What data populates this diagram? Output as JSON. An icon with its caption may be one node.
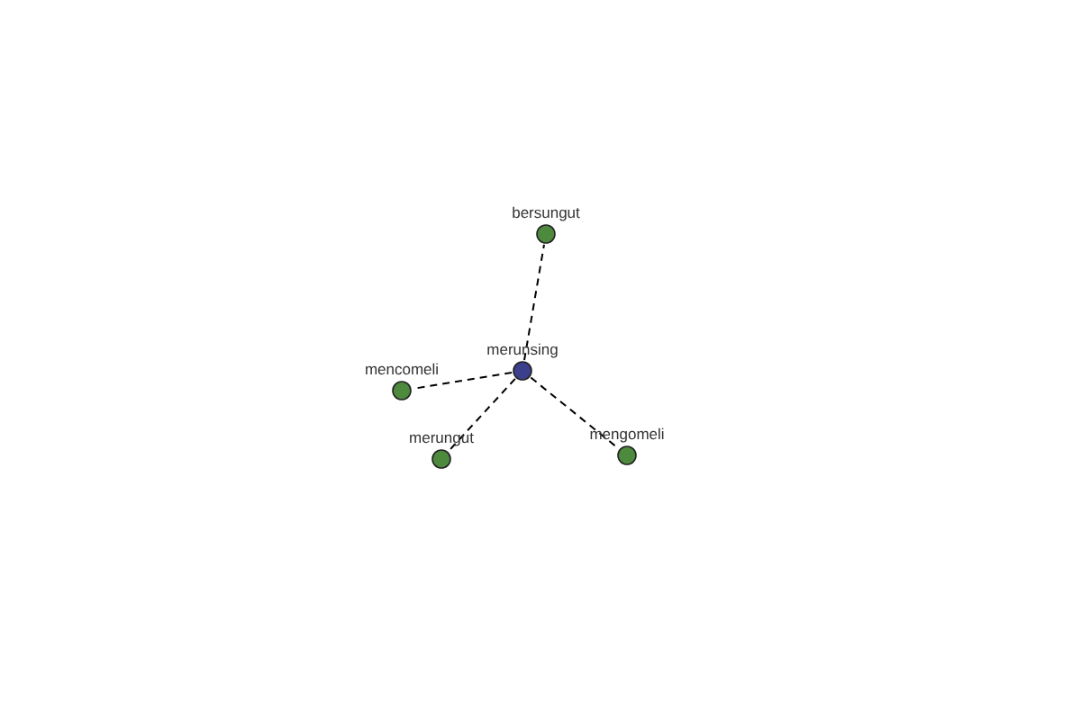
{
  "diagram": {
    "nodes": [
      {
        "text": [
          "merunsing"
        ]
      },
      {
        "text": [
          "bersungut"
        ]
      },
      {
        "text": [
          "mencomeli"
        ]
      },
      {
        "text": [
          "merungut"
        ]
      },
      {
        "text": [
          "mengomeli"
        ]
      }
    ],
    "edges": [
      {
        "from": 0,
        "to": 1,
        "arrow": "none",
        "style": "dashed"
      },
      {
        "from": 0,
        "to": 2,
        "arrow": "none",
        "style": "dashed"
      },
      {
        "from": 0,
        "to": 3,
        "arrow": "none",
        "style": "dashed"
      },
      {
        "from": 0,
        "to": 4,
        "arrow": "none",
        "style": "dashed"
      }
    ]
  }
}
